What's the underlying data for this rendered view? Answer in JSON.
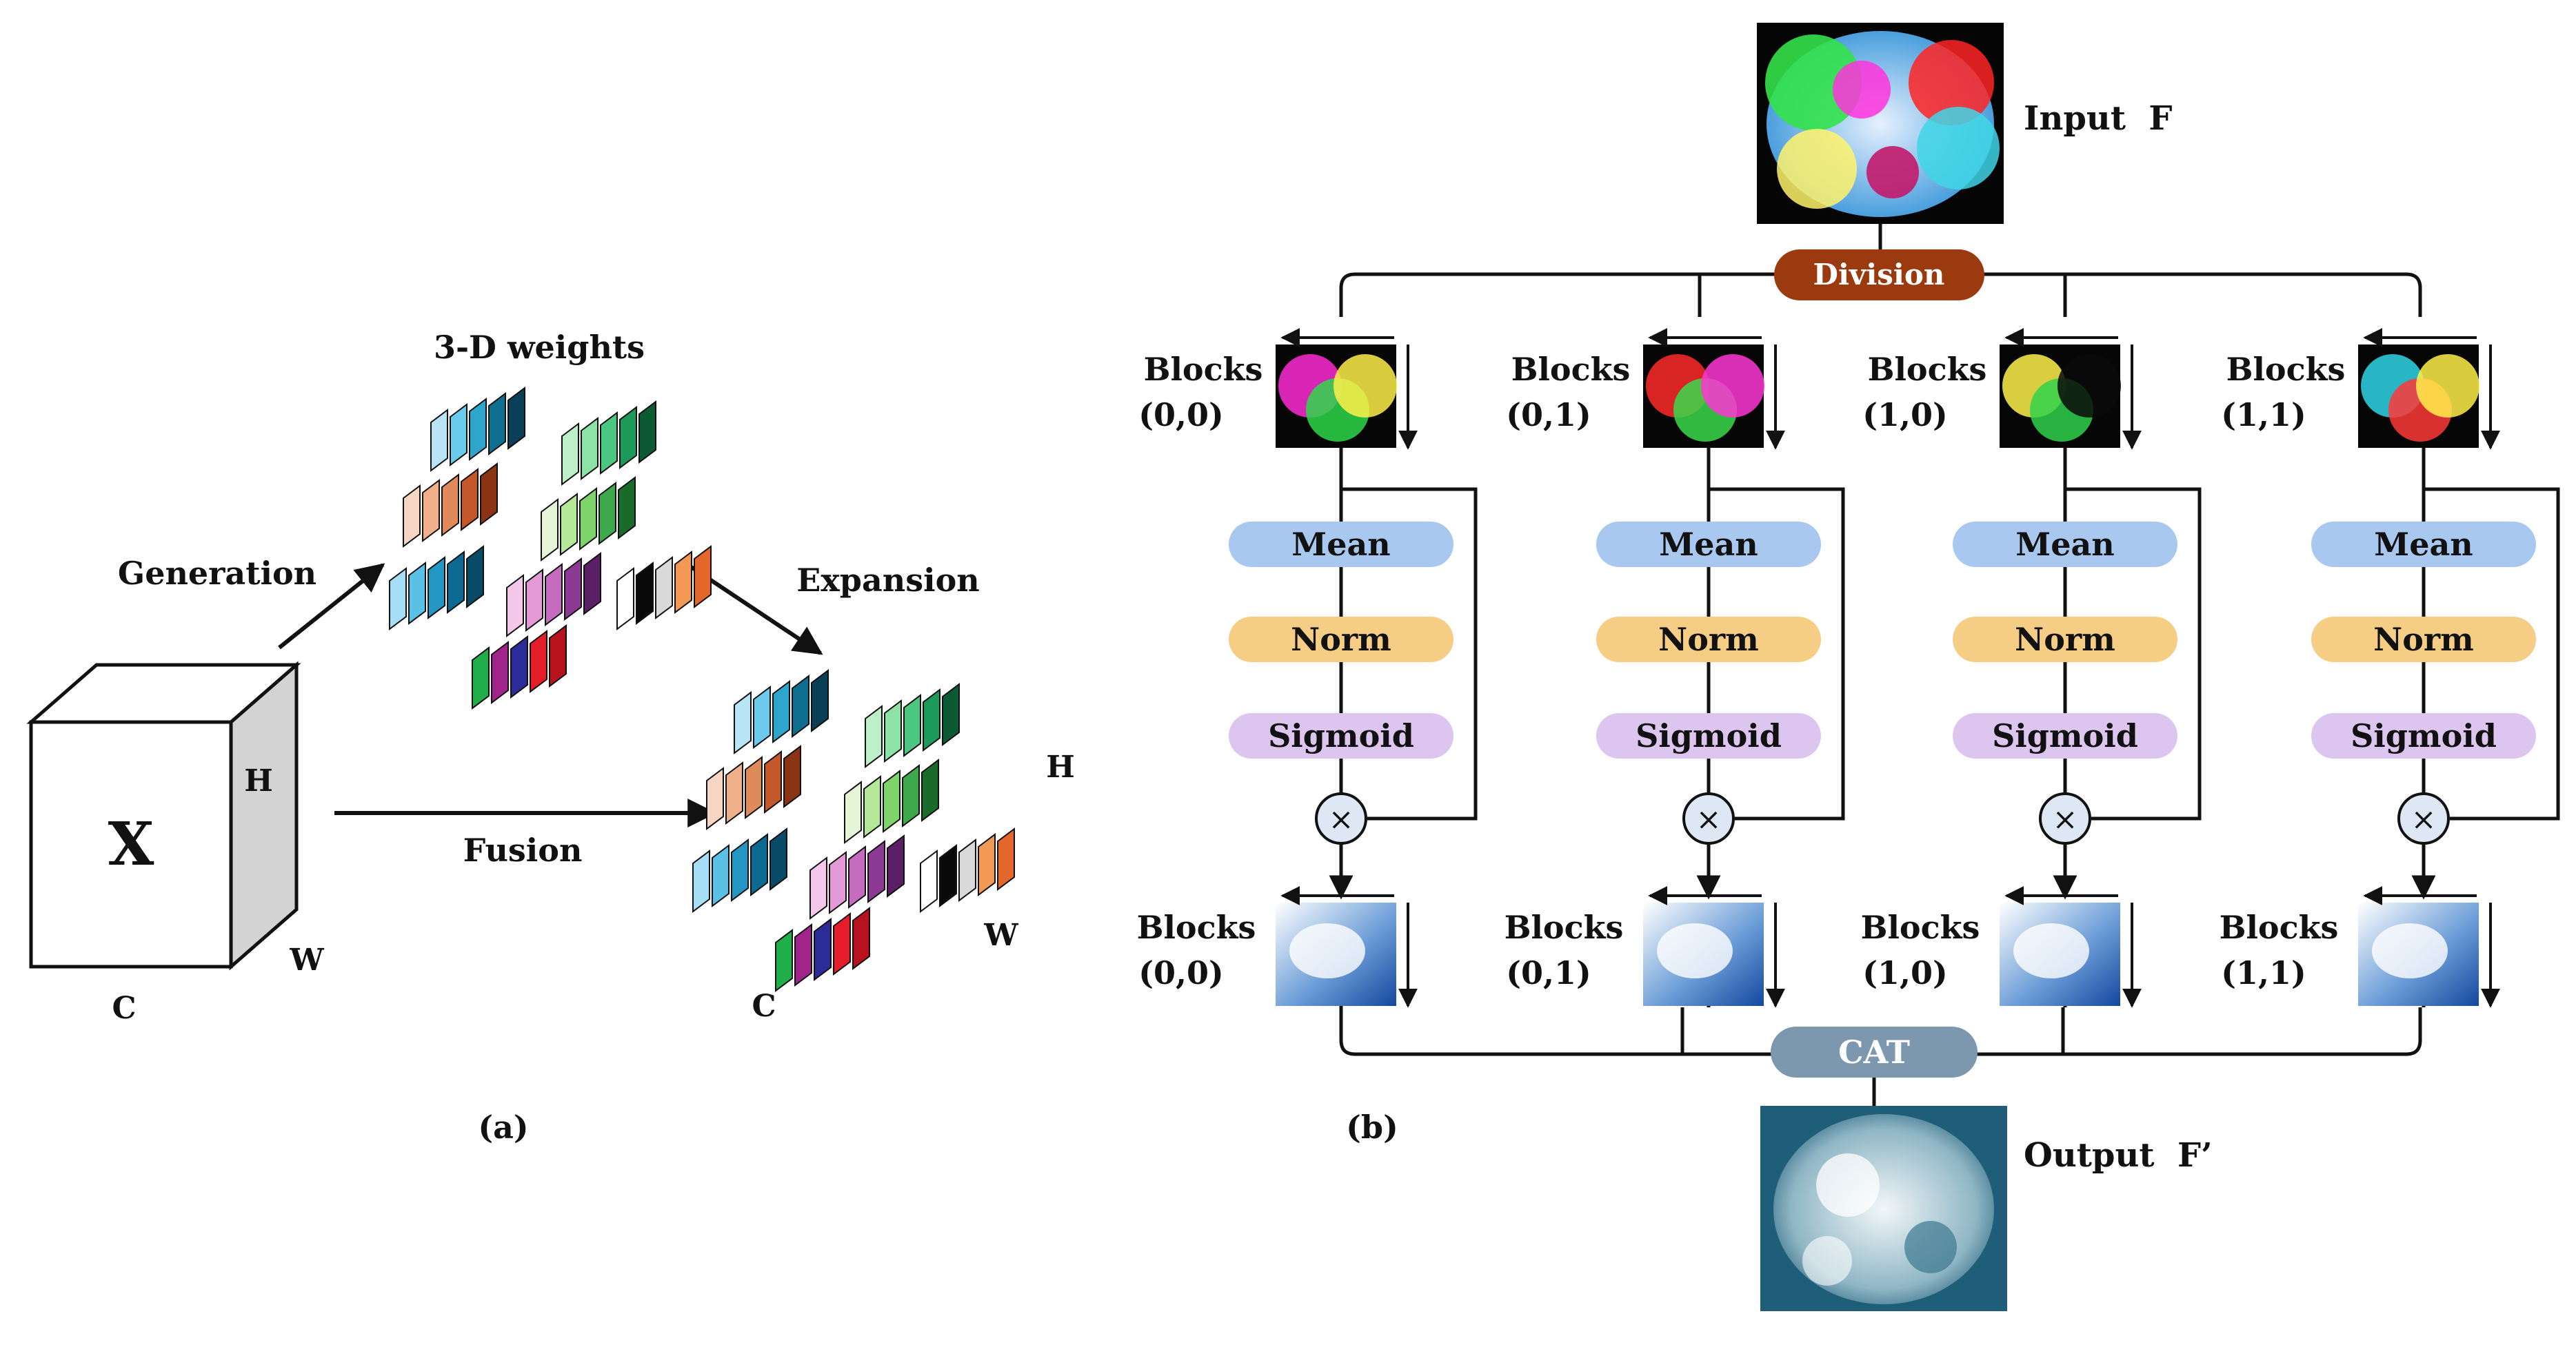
{
  "panel_a": {
    "cube_label": "X",
    "cube_dims": {
      "h": "H",
      "w": "W",
      "c": "C"
    },
    "weights_title": "3-D weights",
    "generation_label": "Generation",
    "expansion_label": "Expansion",
    "fusion_label": "Fusion",
    "result_dims": {
      "h": "H",
      "w": "W",
      "c": "C"
    },
    "caption": "(a)",
    "swatch_colors": [
      [
        "#b8e4f6",
        "#6ccbec",
        "#2ea6cc",
        "#0f6f91",
        "#0b3e57"
      ],
      [
        "#bdf0c8",
        "#8de2a6",
        "#4cc782",
        "#1d9a5a",
        "#0b5a33"
      ],
      [
        "#f7d6c4",
        "#f0b08c",
        "#e08a5c",
        "#c4582a",
        "#8a3413"
      ],
      [
        "#e6f5d8",
        "#b6e89a",
        "#7fd36b",
        "#3ea84c",
        "#1a6a2a"
      ],
      [
        "#a6dff5",
        "#5ac0e6",
        "#2496c4",
        "#0c6a92",
        "#094a66"
      ],
      [
        "#f3c6ea",
        "#e49ad6",
        "#c56cc0",
        "#8c3a94",
        "#5b1f66"
      ],
      [
        "#ffffff",
        "#0a0a0a",
        "#d9d9d9",
        "#f29a55",
        "#e3662a"
      ],
      [
        "#1fae4a",
        "#a1248a",
        "#2c2b9a",
        "#e51d2a",
        "#b8121f"
      ]
    ]
  },
  "panel_b": {
    "input_label": "Input  F",
    "division_label": "Division",
    "cat_label": "CAT",
    "output_label": "Output  F’",
    "caption": "(b)",
    "blocks_word": "Blocks",
    "columns": [
      {
        "index": "(0,0)",
        "ops": [
          "Mean",
          "Norm",
          "Sigmoid"
        ]
      },
      {
        "index": "(0,1)",
        "ops": [
          "Mean",
          "Norm",
          "Sigmoid"
        ]
      },
      {
        "index": "(1,0)",
        "ops": [
          "Mean",
          "Norm",
          "Sigmoid"
        ]
      },
      {
        "index": "(1,1)",
        "ops": [
          "Mean",
          "Norm",
          "Sigmoid"
        ]
      }
    ],
    "multiply_symbol": "×",
    "colors": {
      "division": "#9a3a0e",
      "cat": "#7d97af",
      "mean": "#a9c8ef",
      "norm": "#f6cd85",
      "sigmoid": "#dcc5ef",
      "multiply_fill": "#dde8f4"
    }
  }
}
